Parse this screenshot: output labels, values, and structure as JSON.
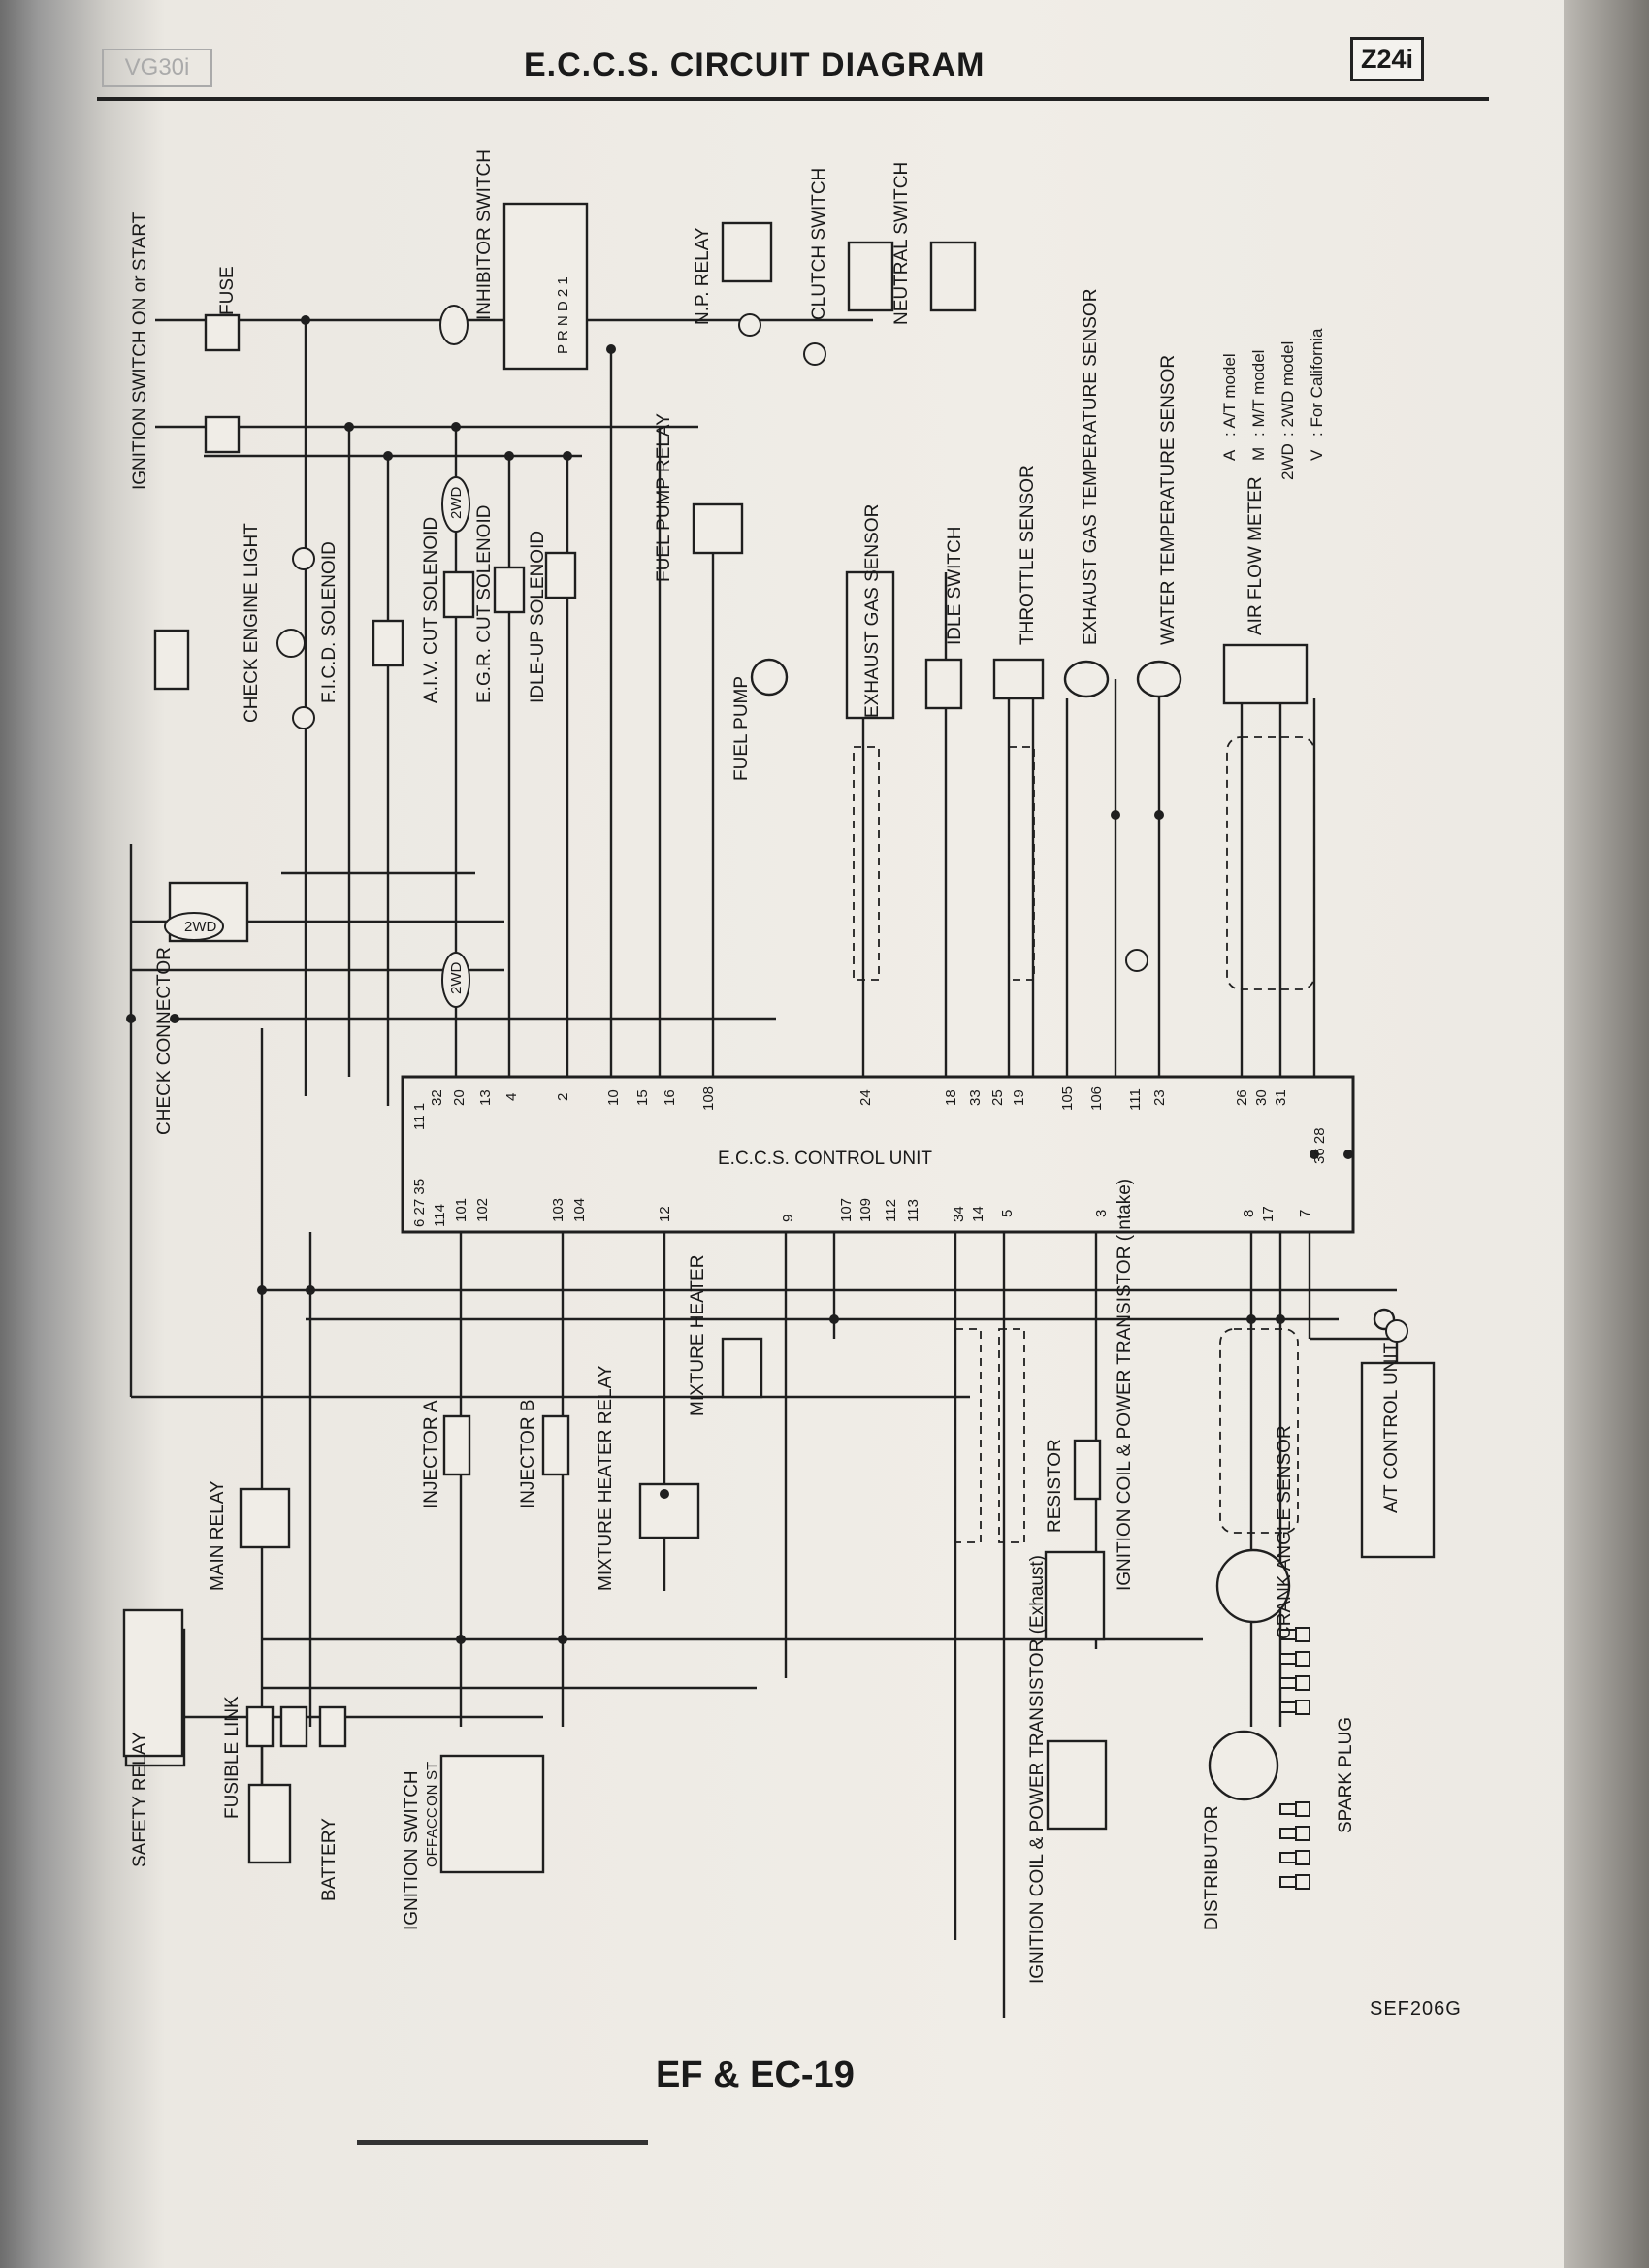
{
  "header": {
    "title": "E.C.C.S. CIRCUIT DIAGRAM",
    "model": "Z24i",
    "ghost_model": "VG30i"
  },
  "footer": {
    "code": "SEF206G",
    "page": "EF & EC-19"
  },
  "labels": {
    "ignition_switch_on": "IGNITION SWITCH ON or START",
    "fuse": "FUSE",
    "inhibitor_switch": "INHIBITOR SWITCH",
    "inhibitor_positions": "P R N D 2 1",
    "np_relay": "N.P. RELAY",
    "clutch_switch": "CLUTCH SWITCH",
    "neutral_switch": "NEUTRAL SWITCH",
    "check_engine_light": "CHECK ENGINE LIGHT",
    "ficd_solenoid": "F.I.C.D. SOLENOID",
    "aiv_cut_solenoid": "A.I.V. CUT SOLENOID",
    "egr_cut_solenoid": "E.G.R. CUT SOLENOID",
    "idle_up_solenoid": "IDLE-UP SOLENOID",
    "fuel_pump_relay": "FUEL PUMP RELAY",
    "fuel_pump": "FUEL PUMP",
    "exhaust_gas_sensor": "EXHAUST GAS SENSOR",
    "idle_switch": "IDLE SWITCH",
    "throttle_sensor": "THROTTLE SENSOR",
    "exhaust_gas_temp_sensor": "EXHAUST GAS TEMPERATURE SENSOR",
    "water_temp_sensor": "WATER TEMPERATURE SENSOR",
    "air_flow_meter": "AIR FLOW METER",
    "check_connector": "CHECK CONNECTOR",
    "eccs_control_unit": "E.C.C.S. CONTROL UNIT",
    "mixture_heater": "MIXTURE HEATER",
    "injector_a": "INJECTOR A",
    "injector_b": "INJECTOR B",
    "mixture_heater_relay": "MIXTURE HEATER RELAY",
    "main_relay": "MAIN RELAY",
    "safety_relay": "SAFETY RELAY",
    "fusible_link": "FUSIBLE LINK",
    "battery": "BATTERY",
    "ignition_switch": "IGNITION SWITCH",
    "ign_positions": [
      "OFF",
      "ACC",
      "ON",
      "ST"
    ],
    "resistor": "RESISTOR",
    "ign_coil_intake": "IGNITION COIL & POWER TRANSISTOR (Intake)",
    "ign_coil_exhaust": "IGNITION COIL & POWER TRANSISTOR (Exhaust)",
    "distributor": "DISTRIBUTOR",
    "crank_angle_sensor": "CRANK ANGLE SENSOR",
    "spark_plug": "SPARK PLUG",
    "at_control_unit": "A/T CONTROL UNIT",
    "two_wd": "2WD"
  },
  "legend": [
    {
      "symbol": "A",
      "text": ": A/T model"
    },
    {
      "symbol": "M",
      "text": ": M/T model"
    },
    {
      "symbol": "2WD",
      "text": ": 2WD model"
    },
    {
      "symbol": "V",
      "text": ": For California"
    }
  ],
  "ecu_pins_top": [
    "11 1",
    "32",
    "20",
    "13",
    "4",
    "2",
    "10",
    "15",
    "16",
    "108",
    "24",
    "18",
    "33",
    "25",
    "19",
    "105",
    "106",
    "111",
    "23",
    "26",
    "30",
    "31",
    "36 28"
  ],
  "ecu_pins_bottom": [
    "6 27 35",
    "114",
    "101",
    "102",
    "103",
    "104",
    "12",
    "9",
    "107",
    "109",
    "112",
    "113",
    "34",
    "14",
    "5",
    "3",
    "8",
    "17",
    "7"
  ]
}
